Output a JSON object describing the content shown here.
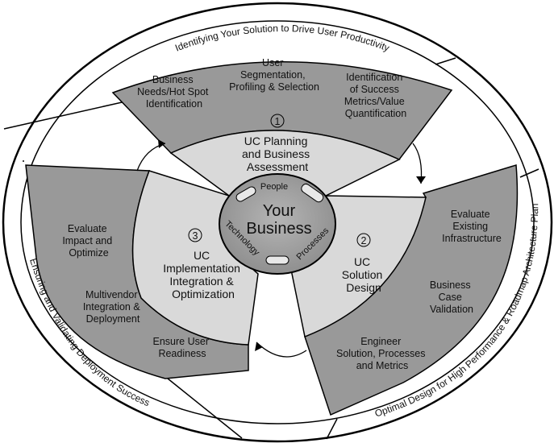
{
  "outer_ring": {
    "top": "Identifying Your Solution to Drive User Productivity",
    "right": "Optimal Design for High Performance & Roadmap Architecture Plan",
    "left": "Ensuring and Validating Deployment Success"
  },
  "core": {
    "title_line1": "Your",
    "title_line2": "Business",
    "people": "People",
    "processes": "Processes",
    "technology": "Technology"
  },
  "phases": [
    {
      "number": "1",
      "lines": [
        "UC Planning",
        "and Business",
        "Assessment"
      ],
      "activities": [
        [
          "Business",
          "Needs/Hot Spot",
          "Identification"
        ],
        [
          "User",
          "Segmentation,",
          "Profiling & Selection"
        ],
        [
          "Identification",
          "of Success",
          "Metrics/Value",
          "Quantification"
        ]
      ]
    },
    {
      "number": "2",
      "lines": [
        "UC",
        "Solution",
        "Design"
      ],
      "activities": [
        [
          "Evaluate",
          "Existing",
          "Infrastructure"
        ],
        [
          "Business",
          "Case",
          "Validation"
        ],
        [
          "Engineer",
          "Solution, Processes",
          "and Metrics"
        ]
      ]
    },
    {
      "number": "3",
      "lines": [
        "UC",
        "Implementation",
        "Integration &",
        "Optimization"
      ],
      "activities": [
        [
          "Evaluate",
          "Impact and",
          "Optimize"
        ],
        [
          "Multivendor",
          "Integration &",
          "Deployment"
        ],
        [
          "Ensure User",
          "Readiness"
        ]
      ]
    }
  ],
  "colors": {
    "activity_band": "#999999",
    "phase_band": "#d9d9d9",
    "core_fill": "#9a9a9a",
    "outline": "#000000"
  }
}
